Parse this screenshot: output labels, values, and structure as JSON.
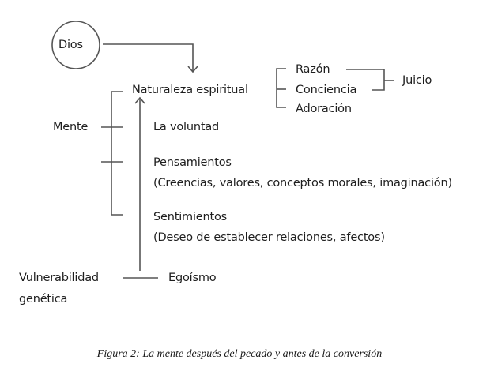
{
  "nodes": {
    "dios": "Dios",
    "naturaleza": "Naturaleza espiritual",
    "razon": "Razón",
    "conciencia": "Conciencia",
    "adoracion": "Adoración",
    "juicio": "Juicio",
    "mente": "Mente",
    "voluntad": "La voluntad",
    "pensamientos": "Pensamientos",
    "pensamientos_detalle": "(Creencias, valores, conceptos morales, imaginación)",
    "sentimientos": "Sentimientos",
    "sentimientos_detalle": "(Deseo de establecer relaciones, afectos)",
    "vulnerabilidad_1": "Vulnerabilidad",
    "vulnerabilidad_2": "genética",
    "egoismo": "Egoísmo"
  },
  "caption": "Figura 2: La mente después del pecado y antes de la conversión",
  "colors": {
    "line": "#555555",
    "text": "#1e1e1e"
  }
}
